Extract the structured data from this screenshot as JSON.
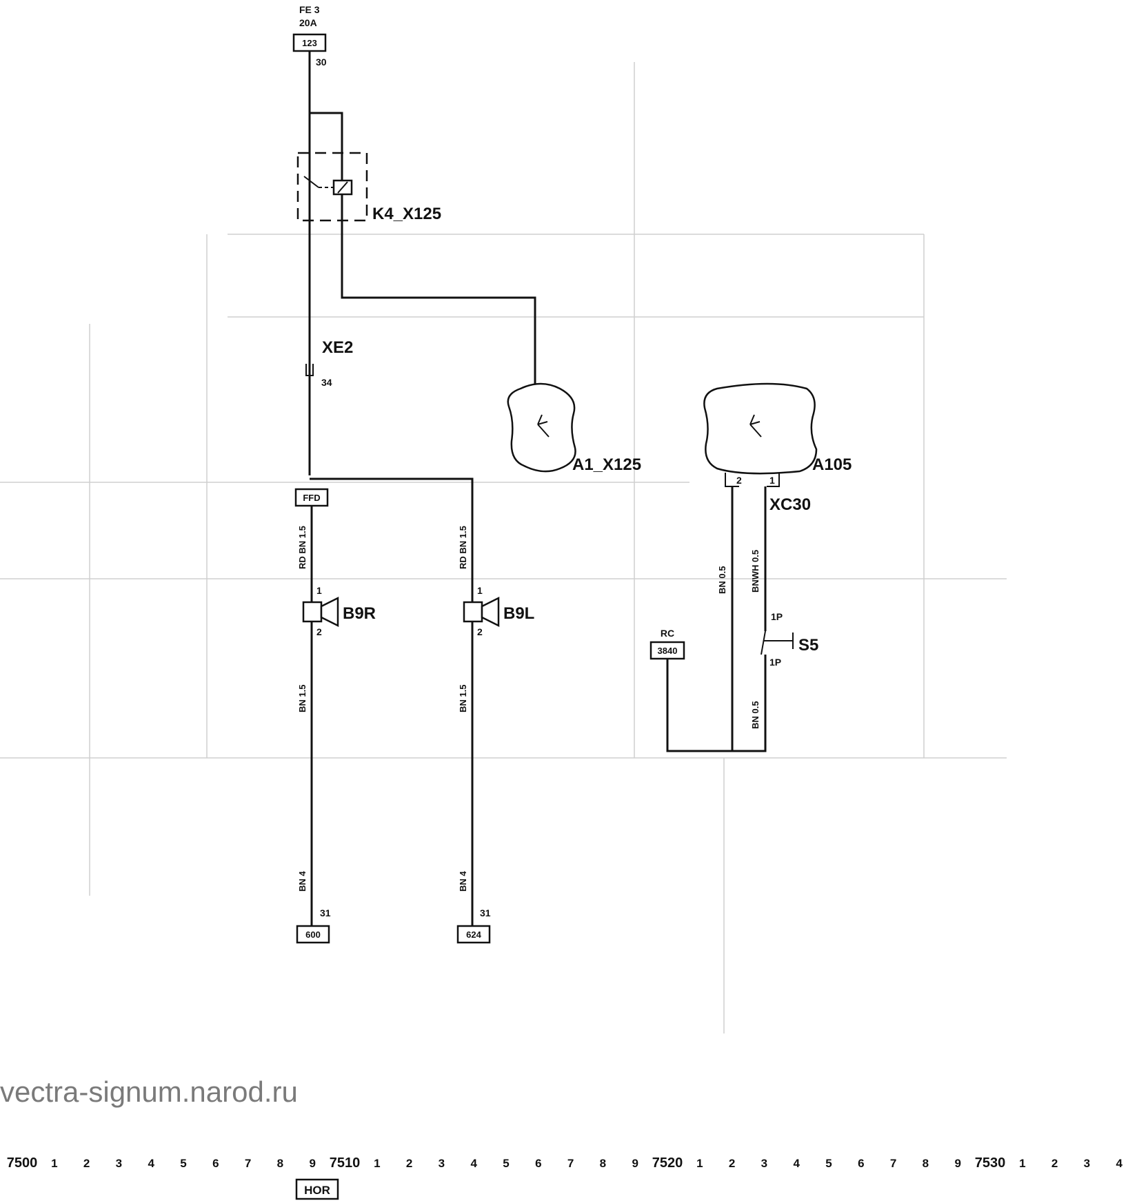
{
  "fuse": {
    "name": "FE 3",
    "rating": "20A",
    "terminal_box": "123",
    "pin": "30"
  },
  "relay": {
    "label": "K4_X125"
  },
  "connector_xe2": {
    "label": "XE2",
    "pin": "34"
  },
  "junction": {
    "box": "FFD"
  },
  "modules": {
    "a1": "A1_X125",
    "a105": "A105"
  },
  "connector_xc30": {
    "label": "XC30",
    "pin_left": "2",
    "pin_right": "1"
  },
  "horn_right": {
    "label": "B9R",
    "pin_top": "1",
    "pin_bottom": "2",
    "wire_upper": "RD BN 1.5",
    "wire_mid": "BN 1.5",
    "wire_lower": "BN 4",
    "ground_pin": "31",
    "ground_box": "600"
  },
  "horn_left": {
    "label": "B9L",
    "pin_top": "1",
    "pin_bottom": "2",
    "wire_upper": "RD BN 1.5",
    "wire_mid": "BN 1.5",
    "wire_lower": "BN 4",
    "ground_pin": "31",
    "ground_box": "624"
  },
  "switch_s5": {
    "label": "S5",
    "pin_top": "1P",
    "pin_bottom": "1P"
  },
  "wires_right": {
    "left": "BN 0.5",
    "right_upper": "BNWH 0.5",
    "right_lower": "BN 0.5"
  },
  "rc": {
    "label": "RC",
    "box": "3840"
  },
  "watermark": "vectra-signum.narod.ru",
  "ruler": [
    "7500",
    "1",
    "2",
    "3",
    "4",
    "5",
    "6",
    "7",
    "8",
    "9",
    "7510",
    "1",
    "2",
    "3",
    "4",
    "5",
    "6",
    "7",
    "8",
    "9",
    "7520",
    "1",
    "2",
    "3",
    "4",
    "5",
    "6",
    "7",
    "8",
    "9",
    "7530",
    "1",
    "2",
    "3",
    "4"
  ],
  "section_label": "HOR"
}
